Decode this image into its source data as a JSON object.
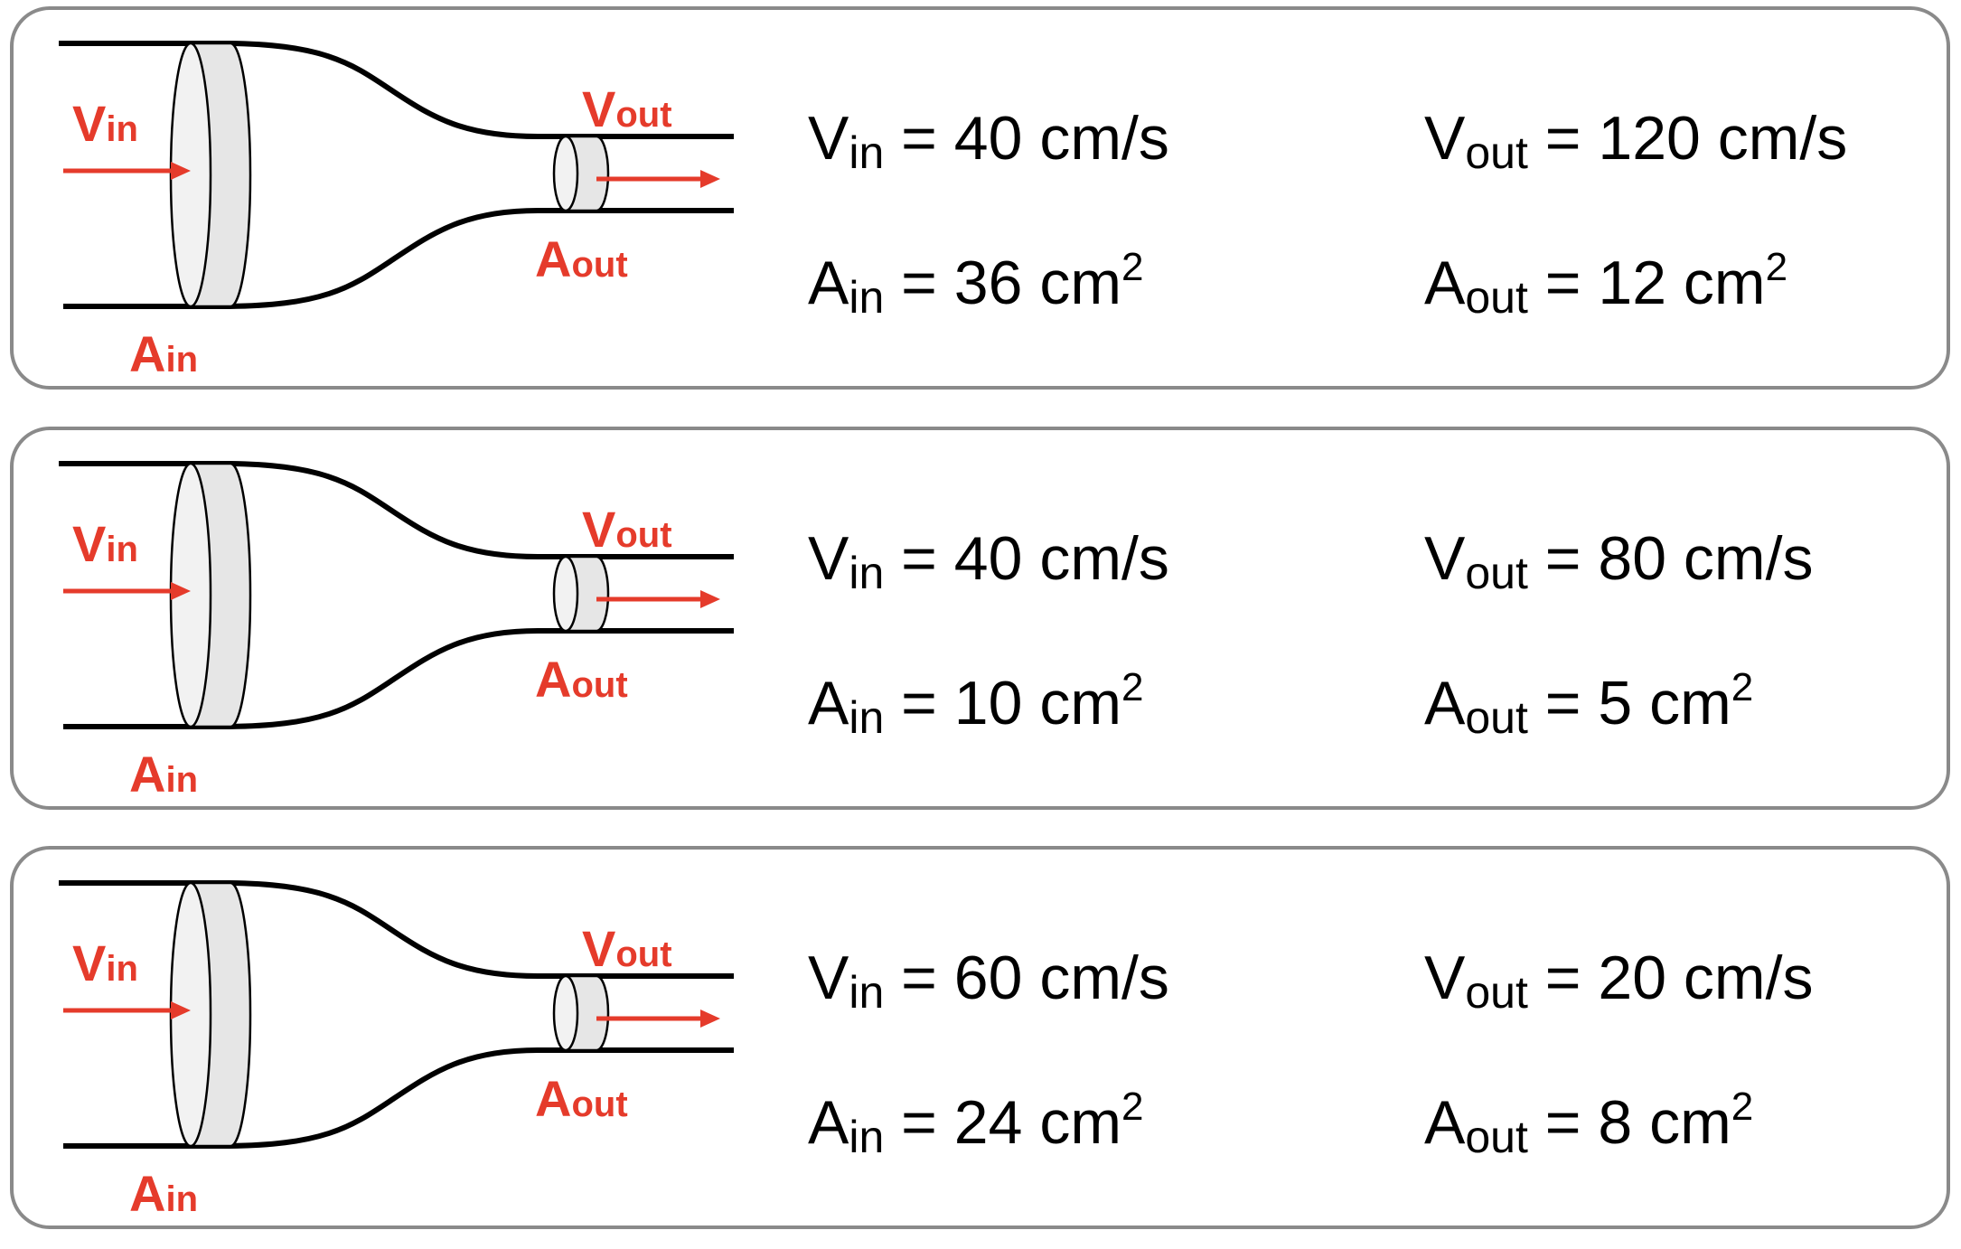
{
  "colors": {
    "accent": "#e53b2b",
    "pipe": "#000000",
    "border": "#8a8a8a",
    "disc_fill": "#e6e6e6"
  },
  "labels": {
    "v": "V",
    "a": "A",
    "in_sub": "in",
    "out_sub": "out"
  },
  "panels": [
    {
      "v_in": "40",
      "v_out": "120",
      "a_in": "36",
      "a_out": "12",
      "v_unit": "cm/s",
      "a_unit": "cm",
      "a_exp": "2"
    },
    {
      "v_in": "40",
      "v_out": "80",
      "a_in": "10",
      "a_out": "5",
      "v_unit": "cm/s",
      "a_unit": "cm",
      "a_exp": "2"
    },
    {
      "v_in": "60",
      "v_out": "20",
      "a_in": "24",
      "a_out": "8",
      "v_unit": "cm/s",
      "a_unit": "cm",
      "a_exp": "2"
    }
  ]
}
